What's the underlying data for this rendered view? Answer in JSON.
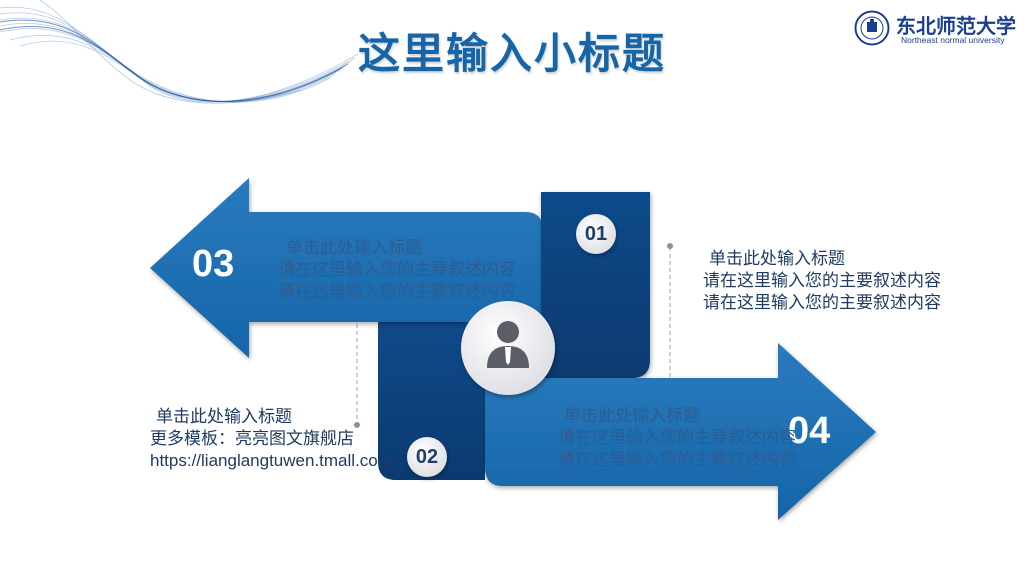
{
  "title": "这里输入小标题",
  "logo": {
    "name_cn": "东北师范大学",
    "name_en": "Northeast normal university"
  },
  "steps": [
    {
      "number": "01",
      "heading": "单击此处输入标题",
      "line1": "请在这里输入您的主要叙述内容",
      "line2": "请在这里输入您的主要叙述内容"
    },
    {
      "number": "02",
      "heading": "单击此处输入标题",
      "line1": "更多模板：亮亮图文旗舰店",
      "line2": "https://lianglangtuwen.tmall.com"
    },
    {
      "number": "03",
      "heading": "单击此处输入标题",
      "line1": "请在这里输入您的主要叙述内容",
      "line2": "请在这里输入您的主要叙述内容"
    },
    {
      "number": "04",
      "heading": "单击此处输入标题",
      "line1": "请在这里输入您的主要叙述内容",
      "line2": "请在这里输入您的主要叙述内容"
    }
  ],
  "center_icon": "person-icon",
  "colors": {
    "title": "#1565a8",
    "arrow_mid": "#1d6fb1",
    "arrow_dark": "#0d3f7c"
  }
}
